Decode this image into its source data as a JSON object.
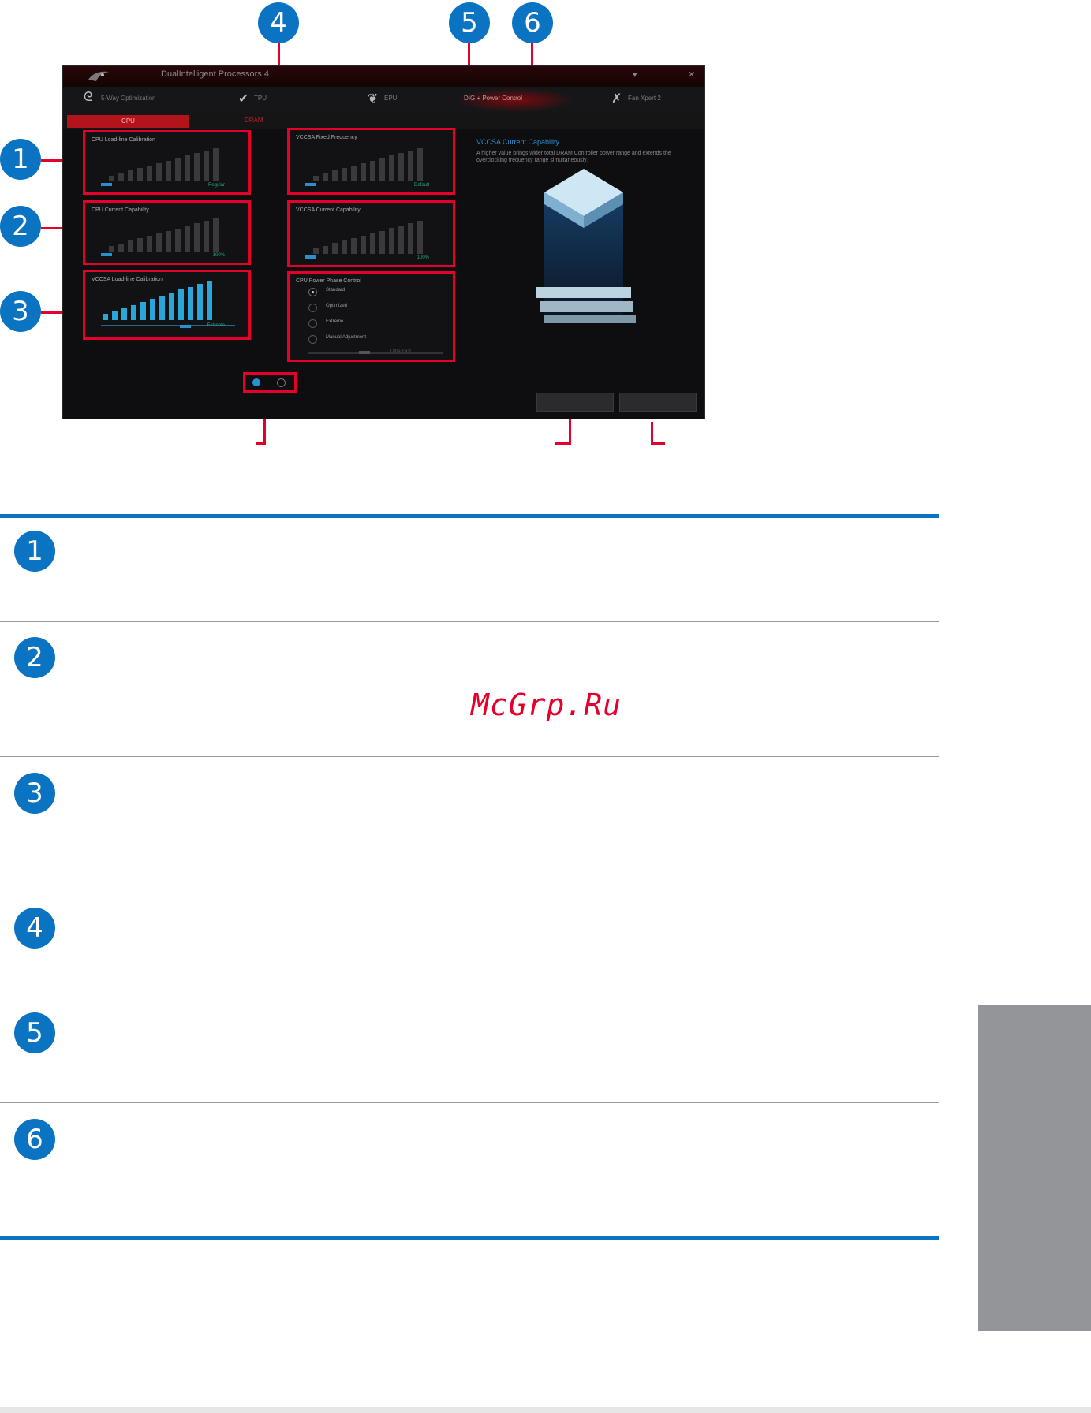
{
  "app": {
    "title": "DualIntelligent Processors 4",
    "window_controls": [
      "▾",
      "✕"
    ],
    "tabs": [
      {
        "label": "5-Way Optimization",
        "icon": "scorpion-icon"
      },
      {
        "label": "TPU",
        "icon": "check-icon"
      },
      {
        "label": "EPU",
        "icon": "leaf-icon"
      },
      {
        "label": "DIGI+ Power Control",
        "icon": ""
      },
      {
        "label": "Fan Xpert 2",
        "icon": "fan-icon"
      }
    ],
    "active_tab": "DIGI+ Power Control",
    "subtabs": {
      "cpu": "CPU",
      "dram": "DRAM"
    },
    "panels": {
      "cpu_llc": {
        "label": "CPU Load-line Calibration",
        "value": "Regular",
        "level": 0.0
      },
      "vccsa_freq": {
        "label": "VCCSA Fixed Frequency",
        "value": "Default",
        "level": 0.0
      },
      "cpu_current": {
        "label": "CPU Current Capability",
        "value": "100%",
        "level": 0.0
      },
      "vccsa_current": {
        "label": "VCCSA Current Capability",
        "value": "100%",
        "level": 0.0
      },
      "vccsa_llc": {
        "label": "VCCSA Load-line Calibration",
        "value": "Extreme",
        "level": 1.0
      },
      "phase_control": {
        "label": "CPU Power Phase Control",
        "options": [
          "Standard",
          "Optimized",
          "Extreme",
          "Manual Adjustment"
        ],
        "selected": "Standard",
        "slider_value": "Ultra Fast"
      }
    },
    "info": {
      "title": "VCCSA Current Capability",
      "text": "A higher value brings wider total DRAM Controller power range and extends the overclocking frequency range simultaneously."
    },
    "buttons": {
      "apply": "",
      "undo": ""
    }
  },
  "callouts": [
    "1",
    "2",
    "3",
    "4",
    "5",
    "6"
  ],
  "rows": [
    {
      "num": "1",
      "text": ""
    },
    {
      "num": "2",
      "text": ""
    },
    {
      "num": "3",
      "text": ""
    },
    {
      "num": "4",
      "text": ""
    },
    {
      "num": "5",
      "text": ""
    },
    {
      "num": "6",
      "text": ""
    }
  ],
  "watermark": "McGrp.Ru",
  "colors": {
    "accent_blue": "#0a74c2",
    "accent_red": "#e4002b",
    "side_tab": "#939598"
  }
}
